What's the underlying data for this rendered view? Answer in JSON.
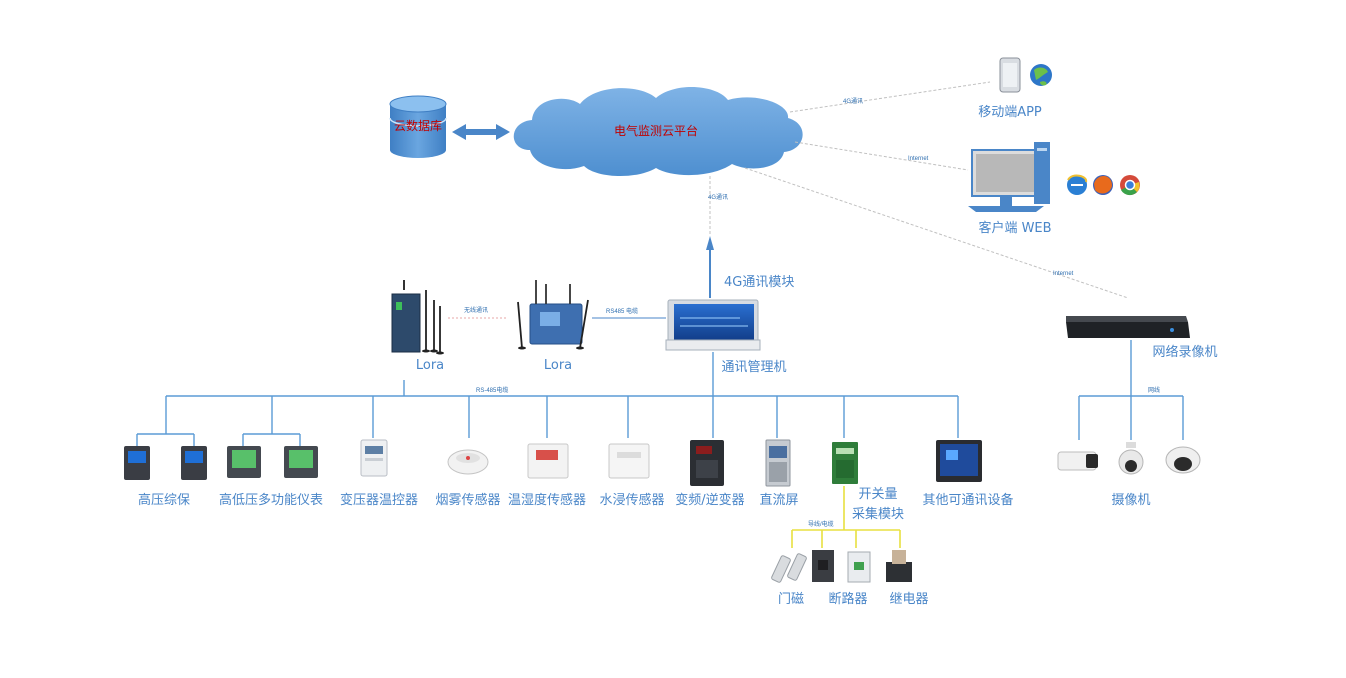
{
  "center": {
    "cloud_label": "电气监测云平台",
    "db_label": "云数据库"
  },
  "links": {
    "cloud_mobile": "4G通讯",
    "cloud_web": "Internet",
    "cloud_nvr": "Internet",
    "cloud_gateway": "4G通讯",
    "lora_wireless": "无线通讯",
    "lora_rs485": "RS485 电缆",
    "bus_rs485": "RS-485电缆",
    "nvr_net": "网线",
    "switch_wire": "导线/电缆"
  },
  "nodes": {
    "mobile_app": "移动端APP",
    "web_client": "客户端 WEB",
    "gprs_module": "4G通讯模块",
    "lora_1": "Lora",
    "lora_2": "Lora",
    "comm_manager": "通讯管理机",
    "nvr": "网络录像机",
    "camera": "摄像机"
  },
  "devices": [
    {
      "label": "高压综保"
    },
    {
      "label": "高低压多功能仪表"
    },
    {
      "label": "变压器温控器"
    },
    {
      "label": "烟雾传感器"
    },
    {
      "label": "温湿度传感器"
    },
    {
      "label": "水浸传感器"
    },
    {
      "label": "变频/逆变器"
    },
    {
      "label": "直流屏"
    },
    {
      "label": "开关量",
      "label2": "采集模块"
    },
    {
      "label": "其他可通讯设备"
    }
  ],
  "switch_items": [
    {
      "label": "门磁"
    },
    {
      "label": "断路器"
    },
    {
      "label": "继电器"
    }
  ],
  "colors": {
    "line_blue": "#5b9bd5",
    "label_blue": "#4a86c8",
    "cloud_blue": "#5b9bd5",
    "red_text": "#c00000",
    "yellow_line": "#e8e040"
  }
}
